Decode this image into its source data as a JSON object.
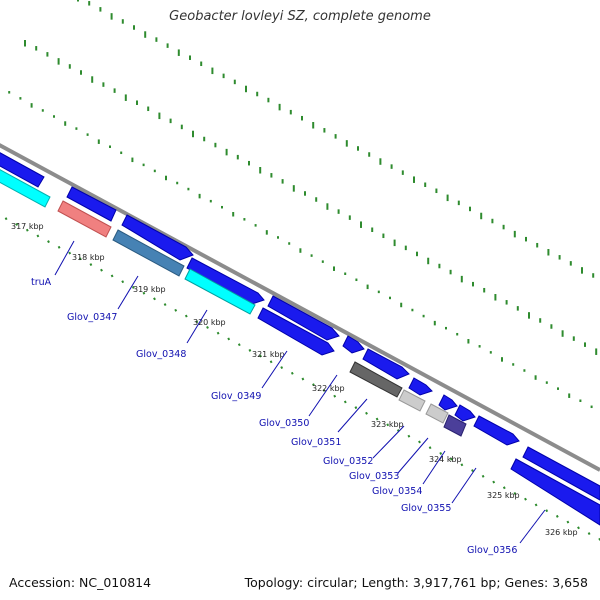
{
  "title": "Geobacter lovleyi SZ, complete genome",
  "footer": {
    "accession": "Accession: NC_010814",
    "summary": "Topology: circular; Length: 3,917,761 bp; Genes: 3,658"
  },
  "kbp_ticks": [
    "317 kbp",
    "318 kbp",
    "319 kbp",
    "320 kbp",
    "321 kbp",
    "322 kbp",
    "323 kbp",
    "324 kbp",
    "325 kbp",
    "326 kbp"
  ],
  "gene_labels": [
    "truA",
    "Glov_0347",
    "Glov_0348",
    "Glov_0349",
    "Glov_0350",
    "Glov_0351",
    "Glov_0352",
    "Glov_0353",
    "Glov_0354",
    "Glov_0355",
    "Glov_0356"
  ],
  "colors": {
    "cds": "#1a1aee",
    "trna": "#f08080",
    "steelblue": "#4682b4",
    "cyan": "#00ffff",
    "gray": "#666666",
    "lightgray": "#cccccc",
    "purple": "#4b3f9a",
    "backbone": "#8c8c8c",
    "gc_dots": "#2e8b2e"
  }
}
